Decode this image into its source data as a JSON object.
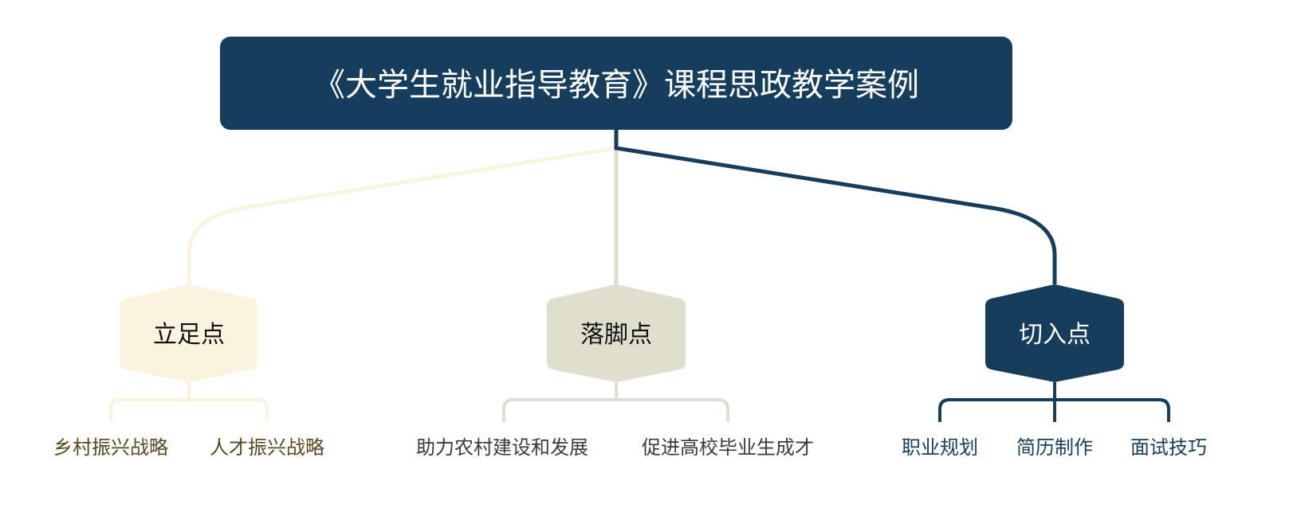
{
  "root": {
    "title": "《大学生就业指导教育》课程思政教学案例"
  },
  "branches": [
    {
      "label": "立足点",
      "children": [
        "乡村振兴战略",
        "人才振兴战略"
      ]
    },
    {
      "label": "落脚点",
      "children": [
        "助力农村建设和发展",
        "促进高校毕业生成才"
      ]
    },
    {
      "label": "切入点",
      "children": [
        "职业规划",
        "简历制作",
        "面试技巧"
      ]
    }
  ],
  "colors": {
    "navy": "#173d5c",
    "cream": "#faf4de",
    "beige": "#e0decd",
    "leaf_left": "#5a4a1f",
    "leaf_mid": "#3d3b33",
    "leaf_right": "#173d5c"
  }
}
